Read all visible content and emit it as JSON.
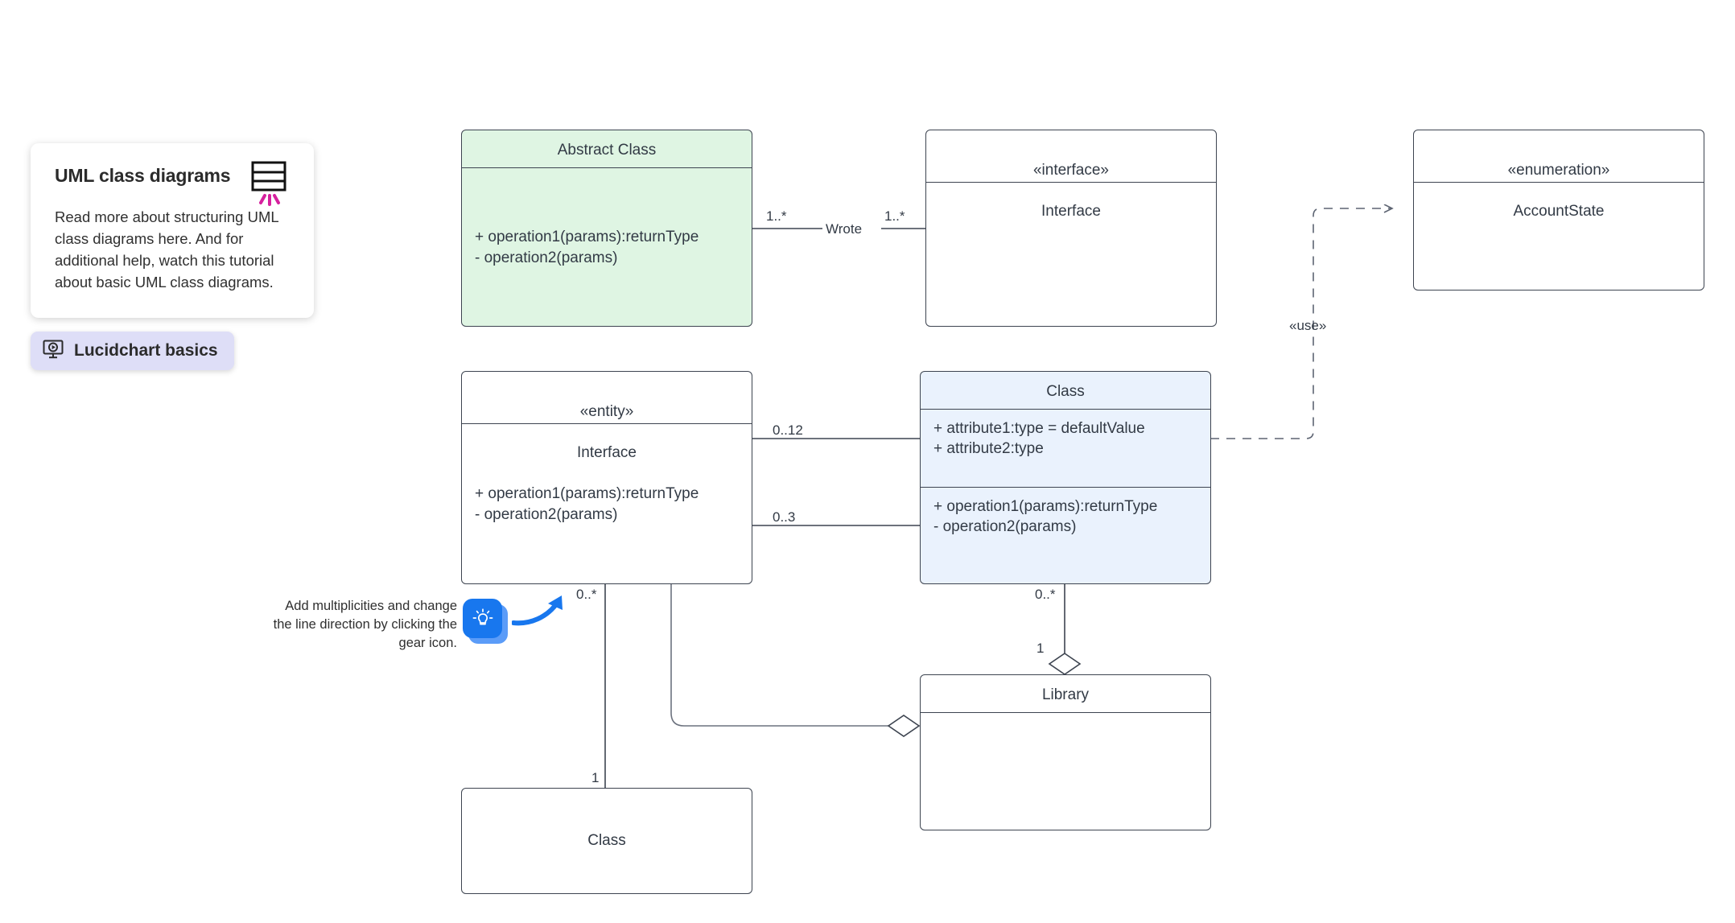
{
  "info_card": {
    "title": "UML class diagrams",
    "body": "Read more about structuring UML class diagrams here. And for additional help, watch this tutorial about basic UML class diagrams.",
    "icon": "uml-class-shape-icon"
  },
  "basics_badge": {
    "label": "Lucidchart basics",
    "icon": "monitor-play-icon"
  },
  "hint": {
    "text": "Add multiplicities and change the line direction by clicking the gear icon.",
    "icon": "lightbulb-icon",
    "arrow_icon": "curved-arrow-icon"
  },
  "colors": {
    "stroke": "#3d4450",
    "green_fill": "#dff5e3",
    "blue_fill": "#eaf2fd",
    "badge_fill": "#dedef7",
    "accent_blue": "#1877ee",
    "accent_pink": "#d6219e"
  },
  "nodes": {
    "abstract_class": {
      "name": "Abstract Class",
      "header": "Abstract Class",
      "operations": "+ operation1(params):returnType\n- operation2(params)"
    },
    "interface_top": {
      "name": "Interface",
      "stereotype": "«interface»",
      "header": "Interface",
      "body": ""
    },
    "enumeration": {
      "name": "AccountState",
      "stereotype": "«enumeration»",
      "header": "AccountState",
      "body": ""
    },
    "entity_interface": {
      "name": "Interface",
      "stereotype": "«entity»",
      "header": "Interface",
      "operations": "+ operation1(params):returnType\n- operation2(params)"
    },
    "class_blue": {
      "name": "Class",
      "header": "Class",
      "attributes": "+ attribute1:type = defaultValue\n+ attribute2:type",
      "operations": "+ operation1(params):returnType\n- operation2(params)"
    },
    "library": {
      "name": "Library",
      "header": "Library",
      "body": ""
    },
    "class_bottom": {
      "name": "Class",
      "header": "Class"
    }
  },
  "edges": [
    {
      "id": "wrote",
      "name": "abstract-class-to-interface",
      "label": "Wrote",
      "source_multiplicity": "1..*",
      "target_multiplicity": "1..*",
      "style": "solid"
    },
    {
      "id": "entity-class-upper",
      "name": "entity-to-class-upper",
      "label": "",
      "source_multiplicity": "0..12",
      "target_multiplicity": "",
      "style": "solid"
    },
    {
      "id": "entity-class-lower",
      "name": "entity-to-class-lower",
      "label": "",
      "source_multiplicity": "0..3",
      "target_multiplicity": "",
      "style": "solid"
    },
    {
      "id": "use-dependency",
      "name": "class-to-enumeration-dependency",
      "label": "«use»",
      "style": "dashed",
      "arrowhead": "open"
    },
    {
      "id": "class-library-aggregation",
      "name": "class-to-library-aggregation",
      "source_multiplicity": "0..*",
      "target_multiplicity": "1",
      "style": "solid",
      "arrowhead": "diamond"
    },
    {
      "id": "entity-library-aggregation",
      "name": "entity-to-library-aggregation",
      "source_multiplicity": "0..*",
      "target_multiplicity": "",
      "style": "solid",
      "arrowhead": "diamond"
    },
    {
      "id": "entity-class-bottom",
      "name": "entity-to-class-bottom",
      "source_multiplicity": "",
      "target_multiplicity": "1",
      "style": "solid"
    }
  ],
  "edge_labels": {
    "wrote_left": "1..*",
    "wrote_name": "Wrote",
    "wrote_right": "1..*",
    "upper_assoc": "0..12",
    "lower_assoc": "0..3",
    "use": "«use»",
    "entity_lib_star": "0..*",
    "class_lib_star": "0..*",
    "class_lib_one": "1",
    "entity_class_one": "1"
  }
}
